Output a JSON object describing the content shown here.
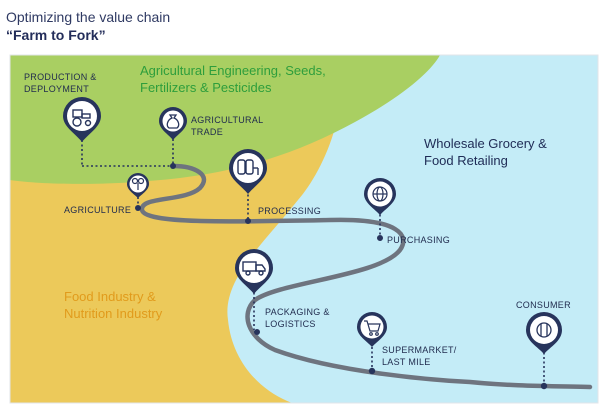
{
  "header": {
    "title": "Optimizing the value chain",
    "subtitle": "“Farm to Fork”"
  },
  "regions": {
    "green_line1": "Agricultural Engineering, Seeds,",
    "green_line2": "Fertilizers & Pesticides",
    "yellow_line1": "Food Industry &",
    "yellow_line2": "Nutrition Industry",
    "blue_line1": "Wholesale Grocery &",
    "blue_line2": "Food Retailing"
  },
  "nodes": {
    "production": {
      "line1": "PRODUCTION &",
      "line2": "DEPLOYMENT",
      "icon": "tractor-icon"
    },
    "agri_trade": {
      "line1": "AGRICULTURAL",
      "line2": "TRADE",
      "icon": "grain-sack-icon"
    },
    "agriculture": {
      "line1": "AGRICULTURE",
      "icon": "sprout-icon"
    },
    "processing": {
      "line1": "PROCESSING",
      "icon": "factory-tanks-icon"
    },
    "purchasing": {
      "line1": "PURCHASING",
      "icon": "globe-icon"
    },
    "packaging": {
      "line1": "PACKAGING &",
      "line2": "LOGISTICS",
      "icon": "truck-icon"
    },
    "supermarket": {
      "line1": "SUPERMARKET/",
      "line2": "LAST MILE",
      "icon": "shopping-cart-icon"
    },
    "consumer": {
      "line1": "CONSUMER",
      "icon": "cutlery-icon"
    }
  },
  "colors": {
    "green_area": "#a9cf62",
    "yellow_area": "#ecc95a",
    "blue_area": "#c4ecf7",
    "path": "#6e747f",
    "pin": "#27345c",
    "green_text": "#2e9e3c",
    "yellow_text": "#e19b1c",
    "navy_text": "#1e2b55"
  }
}
